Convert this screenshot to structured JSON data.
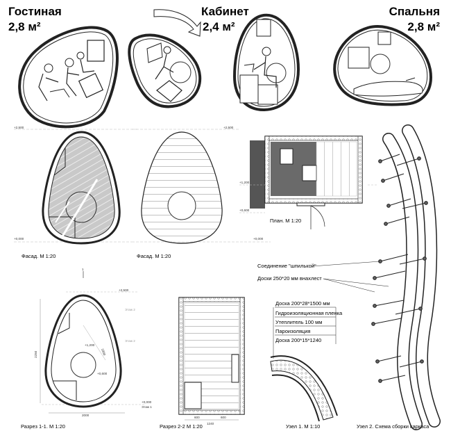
{
  "rooms": [
    {
      "name": "Гостиная",
      "area": "2,8 м²"
    },
    {
      "name": "Кабинет",
      "area": "2,4 м²"
    },
    {
      "name": "Спальня",
      "area": "2,8 м²"
    }
  ],
  "captions": {
    "facade1": "Фасад. М 1:20",
    "facade2": "Фасад. М 1:20",
    "plan": "План. М 1:20",
    "section1": "Разрез 1-1. М 1:20",
    "section2": "Разрез 2-2 М 1:20",
    "node1": "Узел 1. М 1:10",
    "node2": "Узел 2. Схема сборки каркаса"
  },
  "levels": {
    "plus2500": "+2,500",
    "plus1200": "+1,200",
    "plus0600": "+0,600",
    "zero": "+0,000",
    "level1": "Этаж 1",
    "level2": "Этаж 2",
    "section_mark": "1",
    "length_mark": "1800"
  },
  "dimensions": {
    "height": "2250",
    "width": "2000",
    "sec2_a": "600",
    "sec2_b": "600",
    "sec2_total": "1240"
  },
  "layers": [
    "Доска 200*28*1500 мм",
    "Гидроизоляционная пленка",
    "Утеплитель 100 мм",
    "Пароизоляция",
    "Доска 200*15*1240"
  ],
  "notes": {
    "joint": "Соединение \"шпилькой\"",
    "boards": "Доски 250*20 мм внахлест"
  }
}
